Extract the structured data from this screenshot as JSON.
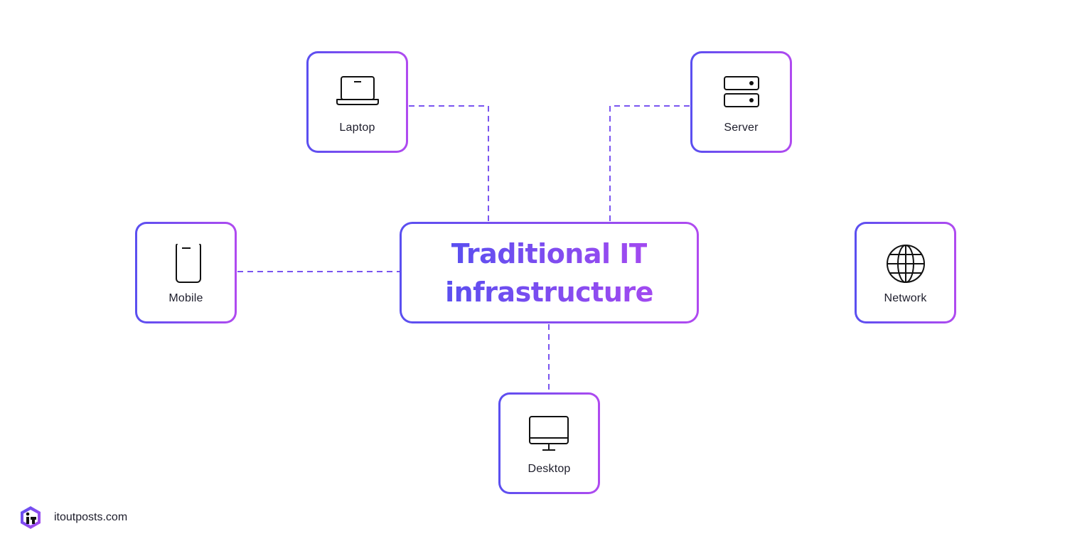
{
  "diagram": {
    "center": {
      "title_line1": "Traditional IT",
      "title_line2": "infrastructure"
    },
    "nodes": [
      {
        "id": "laptop",
        "label": "Laptop",
        "icon": "laptop-icon"
      },
      {
        "id": "server",
        "label": "Server",
        "icon": "server-icon"
      },
      {
        "id": "mobile",
        "label": "Mobile",
        "icon": "mobile-icon"
      },
      {
        "id": "network",
        "label": "Network",
        "icon": "globe-icon"
      },
      {
        "id": "desktop",
        "label": "Desktop",
        "icon": "desktop-icon"
      }
    ],
    "connections": [
      {
        "from": "laptop",
        "to": "center"
      },
      {
        "from": "server",
        "to": "center"
      },
      {
        "from": "mobile",
        "to": "center"
      },
      {
        "from": "desktop",
        "to": "center"
      }
    ]
  },
  "footer": {
    "site": "itoutposts.com",
    "logo_icon": "itoutposts-logo-icon"
  },
  "colors": {
    "accent_start": "#5a4ff0",
    "accent_end": "#b04af0",
    "connector": "#7a55f0"
  }
}
